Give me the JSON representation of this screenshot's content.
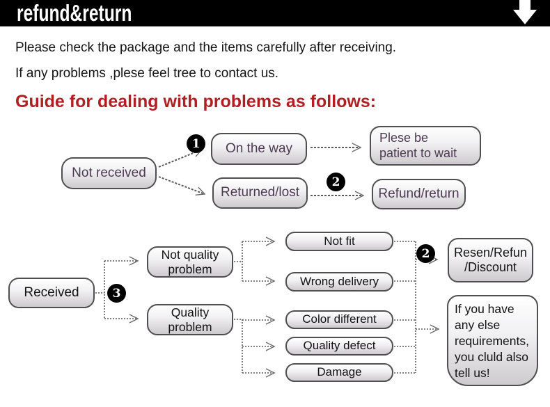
{
  "banner": {
    "title": "refund&return",
    "arrow_icon": "down-arrow-icon"
  },
  "intro": {
    "line1": "Please check the package and the items carefully after receiving.",
    "line2": "If any problems ,plese feel tree to contact us."
  },
  "heading": "Guide for dealing with problems as follows:",
  "colors": {
    "banner_bg": "#000000",
    "heading_red": "#b01f24",
    "flow1_text": "#4c3a52",
    "flow2_text": "#121212",
    "node_border": "#4f4f4f",
    "connector": "#5a5a5a"
  },
  "flow1": {
    "not_received": "Not received",
    "badge_1": "1",
    "on_the_way": "On the way",
    "patient": "Plese be\npatient to wait",
    "returned_lost": "Returned/lost",
    "badge_2": "2",
    "refund_return": "Refund/return"
  },
  "flow2": {
    "received": "Received",
    "badge_3": "3",
    "not_quality": "Not quality\nproblem",
    "quality": "Quality\nproblem",
    "not_fit": "Not fit",
    "wrong_delivery": "Wrong delivery",
    "color_different": "Color different",
    "quality_defect": "Quality defect",
    "damage": "Damage",
    "badge_2b": "2",
    "resen_refun": "Resen/Refun\n/Discount",
    "note": "If you have\nany else\nrequirements,\nyou cluld also\ntell us!"
  }
}
